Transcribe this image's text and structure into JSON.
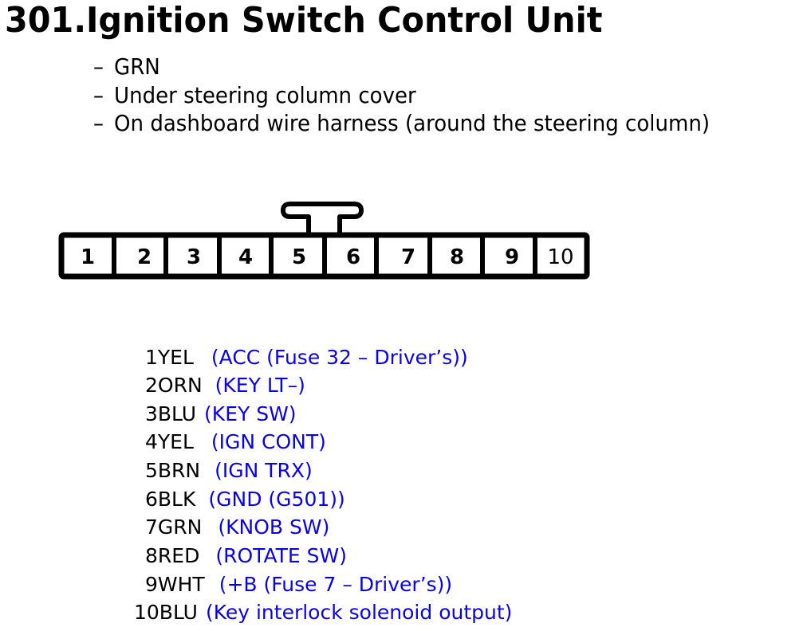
{
  "title": "301.Ignition Switch Control Unit",
  "notes": [
    {
      "dash": "–",
      "text": "GRN"
    },
    {
      "dash": "–",
      "text": "Under steering column cover"
    },
    {
      "dash": "–",
      "text": "On dashboard wire harness (around the steering column)"
    }
  ],
  "connector": {
    "cells": [
      "1",
      "2",
      "3",
      "4",
      "5",
      "6",
      "7",
      "8",
      "9",
      "10"
    ],
    "latch_position": "above cells 5-6"
  },
  "pins": [
    {
      "wire": "1YEL",
      "function": "(ACC (Fuse 32 – Driver’s))"
    },
    {
      "wire": "2ORN",
      "function": "(KEY LT–)"
    },
    {
      "wire": "3BLU",
      "function": "(KEY SW)"
    },
    {
      "wire": "4YEL",
      "function": "(IGN CONT)"
    },
    {
      "wire": "5BRN",
      "function": "(IGN TRX)"
    },
    {
      "wire": "6BLK",
      "function": "(GND (G501))"
    },
    {
      "wire": "7GRN",
      "function": "(KNOB SW)"
    },
    {
      "wire": "8RED",
      "function": "(ROTATE SW)"
    },
    {
      "wire": "9WHT",
      "function": "(+B (Fuse 7 – Driver’s))"
    },
    {
      "wire": "10BLU",
      "function": "(Key interlock solenoid output)"
    }
  ],
  "colors": {
    "function_text": "#0a00e6",
    "wire_text": "#000000"
  }
}
